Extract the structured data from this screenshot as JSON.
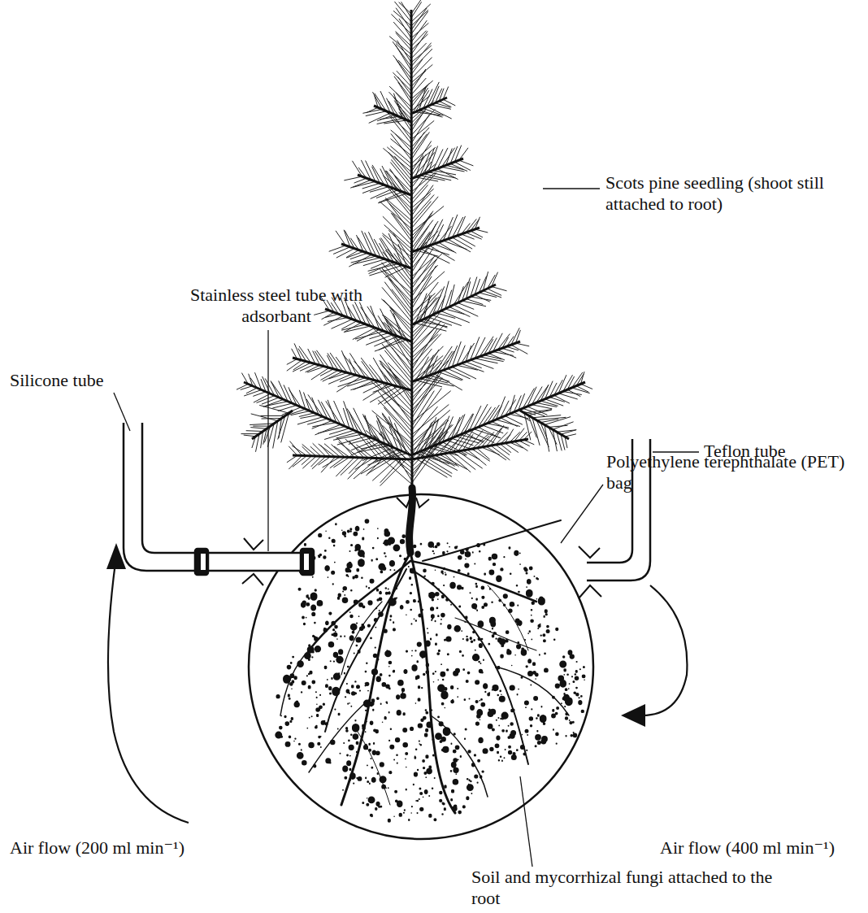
{
  "diagram": {
    "labels": [
      "Scots pine seedling (shoot still attached to root)",
      "Polyethylene terephthalate (PET) bag",
      "Stainless steel tube with adsorbant",
      "Silicone tube",
      "Teflon tube",
      "Air flow (200 ml min⁻¹)",
      "Air flow (400 ml min⁻¹)",
      "Soil and mycorrhizal fungi attached to the root"
    ]
  }
}
